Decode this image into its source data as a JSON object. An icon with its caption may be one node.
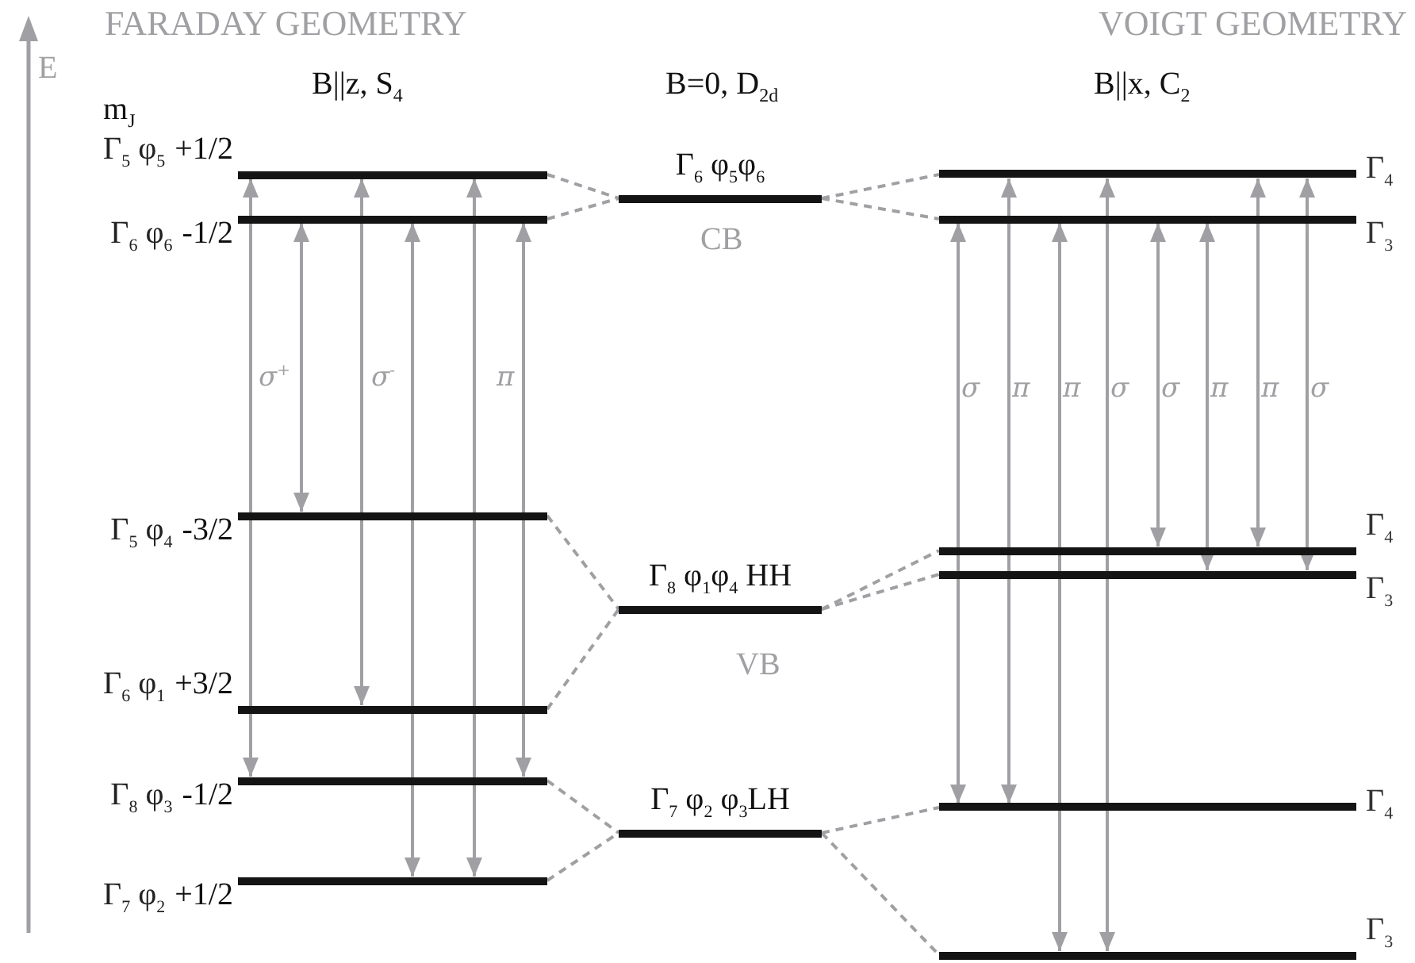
{
  "diagram": {
    "nodes": [
      {
        "text": [
          "Γ$_{5}$ φ$_{5}$",
          "+1/2"
        ]
      },
      {
        "text": [
          "Γ$_{6}$ φ$_{6}$",
          "-1/2"
        ]
      },
      {
        "text": [
          "Γ$_{5}$ φ$_{4}$",
          "-3/2"
        ]
      },
      {
        "text": [
          "Γ$_{6}$ φ$_{1}$",
          "+3/2"
        ]
      },
      {
        "text": [
          "Γ$_{8}$ φ$_{3}$",
          "-1/2"
        ]
      },
      {
        "text": [
          "Γ$_{7}$ φ$_{2}$",
          "+1/2"
        ]
      },
      {
        "text": [
          "Γ$_{6}$ φ$_{5}$φ$_{6}$"
        ]
      },
      {
        "text": [
          "Γ$_{8}$ φ$_{1}$φ$_{4}$ HH"
        ]
      },
      {
        "text": [
          "Γ$_{7}$ φ$_{2}$ φ$_{3}$LH"
        ]
      },
      {
        "text": [
          "Γ$_{4}$"
        ]
      },
      {
        "text": [
          "Γ$_{3}$"
        ]
      },
      {
        "text": [
          "Γ$_{4}$"
        ]
      },
      {
        "text": [
          "Γ$_{3}$"
        ]
      },
      {
        "text": [
          "Γ$_{4}$"
        ]
      },
      {
        "text": [
          "Γ$_{3}$"
        ]
      }
    ],
    "edges": [
      {
        "from": 0,
        "to": 6,
        "arrow": "none",
        "style": "dashed"
      },
      {
        "from": 1,
        "to": 6,
        "arrow": "none",
        "style": "dashed"
      },
      {
        "from": 6,
        "to": 9,
        "arrow": "none",
        "style": "dashed"
      },
      {
        "from": 6,
        "to": 10,
        "arrow": "none",
        "style": "dashed"
      },
      {
        "from": 2,
        "to": 7,
        "arrow": "none",
        "style": "dashed"
      },
      {
        "from": 3,
        "to": 7,
        "arrow": "none",
        "style": "dashed"
      },
      {
        "from": 7,
        "to": 11,
        "arrow": "none",
        "style": "dashed"
      },
      {
        "from": 7,
        "to": 12,
        "arrow": "none",
        "style": "dashed"
      },
      {
        "from": 4,
        "to": 8,
        "arrow": "none",
        "style": "dashed"
      },
      {
        "from": 5,
        "to": 8,
        "arrow": "none",
        "style": "dashed"
      },
      {
        "from": 8,
        "to": 13,
        "arrow": "none",
        "style": "dashed"
      },
      {
        "from": 8,
        "to": 14,
        "arrow": "none",
        "style": "dashed"
      },
      {
        "from": 0,
        "to": 4,
        "arrow": "both",
        "label": "σ$^{+}$"
      },
      {
        "from": 1,
        "to": 2,
        "arrow": "both"
      },
      {
        "from": 0,
        "to": 3,
        "arrow": "both",
        "label": "σ$^{-}$"
      },
      {
        "from": 1,
        "to": 5,
        "arrow": "both"
      },
      {
        "from": 0,
        "to": 5,
        "arrow": "both",
        "label": "π"
      },
      {
        "from": 1,
        "to": 4,
        "arrow": "both"
      },
      {
        "from": 10,
        "to": 13,
        "arrow": "both",
        "label": "σ"
      },
      {
        "from": 9,
        "to": 13,
        "arrow": "both",
        "label": "π"
      },
      {
        "from": 10,
        "to": 14,
        "arrow": "both",
        "label": "π"
      },
      {
        "from": 9,
        "to": 14,
        "arrow": "both",
        "label": "σ"
      },
      {
        "from": 10,
        "to": 11,
        "arrow": "both",
        "label": "σ"
      },
      {
        "from": 10,
        "to": 12,
        "arrow": "both",
        "label": "π"
      },
      {
        "from": 9,
        "to": 11,
        "arrow": "both",
        "label": "π"
      },
      {
        "from": 9,
        "to": 12,
        "arrow": "both",
        "label": "σ"
      }
    ],
    "labels": [
      "FARADAY GEOMETRY",
      "VOIGT GEOMETRY",
      "E",
      "m$_{J}$",
      "B||z, S$_{4}$",
      "B=0, D$_{2d}$",
      "B||x, C$_{2}$",
      "CB",
      "VB"
    ]
  }
}
